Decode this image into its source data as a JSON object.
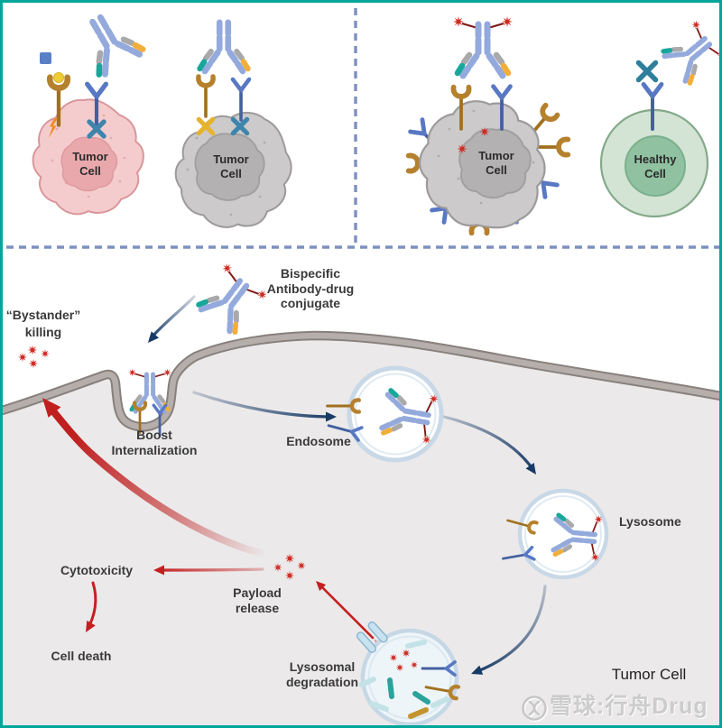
{
  "top_left_panel": {
    "tumor_cell_1_label": {
      "line1": "Tumor",
      "line2": "Cell"
    },
    "tumor_cell_2_label": {
      "line1": "Tumor",
      "line2": "Cell"
    }
  },
  "top_right_panel": {
    "tumor_cell_label": {
      "line1": "Tumor",
      "line2": "Cell"
    },
    "healthy_cell_label": {
      "line1": "Healthy",
      "line2": "Cell"
    }
  },
  "bottom_panel": {
    "bispecific_adc_label": {
      "line1": "Bispecific",
      "line2": "Antibody-drug",
      "line3": "conjugate"
    },
    "bystander_killing_label": {
      "line1": "“Bystander”",
      "line2": "killing"
    },
    "boost_internalization_label": {
      "line1": "Boost",
      "line2": "Internalization"
    },
    "endosome_label": "Endosome",
    "lysosome_label": "Lysosome",
    "cytotoxicity_label": "Cytotoxicity",
    "payload_release_label": {
      "line1": "Payload",
      "line2": "release"
    },
    "cell_death_label": "Cell death",
    "lysosomal_degradation_label": {
      "line1": "Lysosomal",
      "line2": "degradation"
    },
    "tumor_cell_label": "Tumor Cell"
  },
  "watermark": {
    "text": "雪球:行舟Drug",
    "logo": "xueqiu-circle-logo"
  },
  "colors": {
    "frame_teal": "#00a69a",
    "divider_blue": "#7e90bf",
    "membrane_gray": "#b5aeab",
    "cytoplasm_gray": "#ebe9ea",
    "tumor_cell_pink": "#f5cccd",
    "tumor_cell_gray": "#cccaca",
    "healthy_cell_green": "#d3e4d4",
    "antibody_blue": "#94aadc",
    "light_chain_gray": "#a9a9ab",
    "binder_teal": "#17a79b",
    "binder_yellow": "#f2ae3b",
    "receptor_gold": "#b5812d",
    "receptor_blue": "#5878c4",
    "payload_red": "#d02b23",
    "arrow_navy": "#173a66",
    "arrow_red": "#c42020"
  },
  "icons": {
    "payload": "starburst-icon",
    "gold_receptor": "c-receptor-icon",
    "blue_receptor": "y-receptor-icon",
    "blocked": "x-mark-icon",
    "signal": "lightning-icon",
    "ligand": "square-icon",
    "vesicle": "vesicle-circle-icon"
  }
}
